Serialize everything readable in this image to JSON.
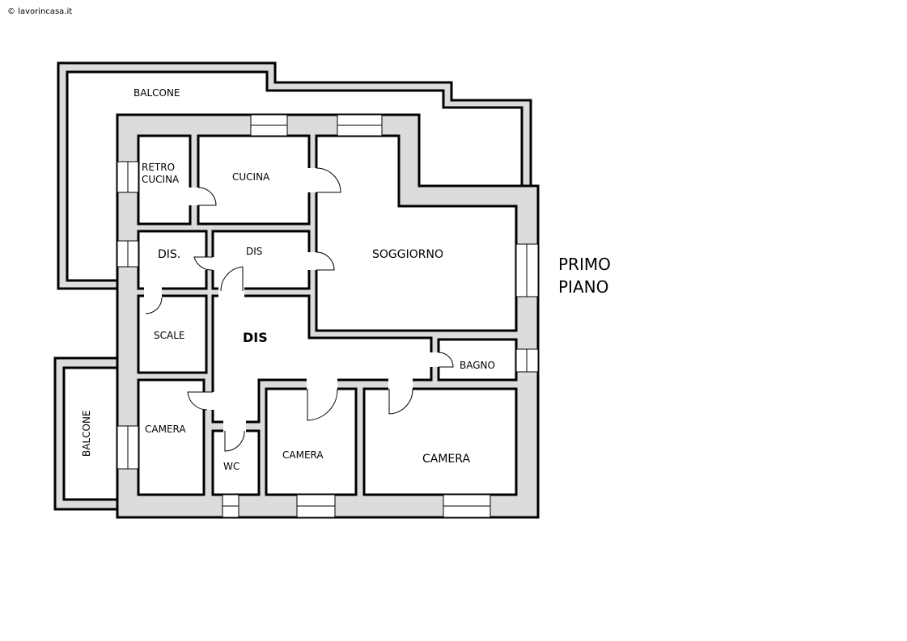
{
  "watermark": "© lavorincasa.it",
  "title": {
    "line1": "PRIMO",
    "line2": "PIANO"
  },
  "rooms": {
    "balcone_top": "BALCONE",
    "retro_cucina_1": "RETRO",
    "retro_cucina_2": "CUCINA",
    "cucina": "CUCINA",
    "soggiorno": "SOGGIORNO",
    "dis_left": "DIS.",
    "dis_small": "DIS",
    "scale": "SCALE",
    "dis_main": "DIS",
    "bagno": "BAGNO",
    "balcone_left": "BALCONE",
    "camera_left": "CAMERA",
    "wc": "WC",
    "camera_mid": "CAMERA",
    "camera_right": "CAMERA"
  }
}
